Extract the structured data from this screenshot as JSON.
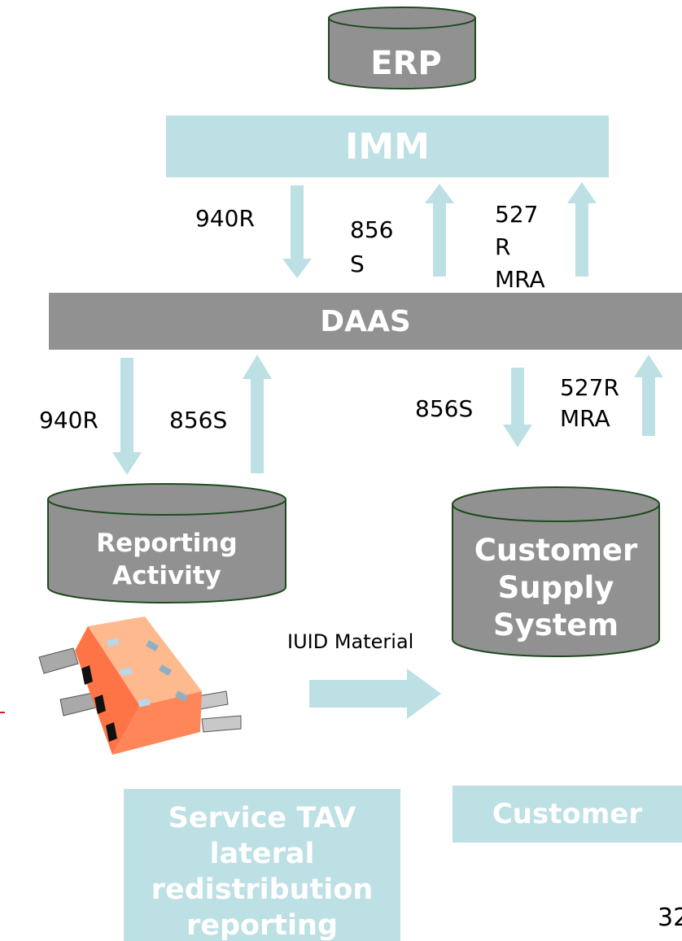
{
  "colors": {
    "light_teal": "#bce0e3",
    "db_gray": "#919191",
    "db_stroke": "#1f4a1f",
    "daas_gray": "#919191",
    "orange_building": "#ff7447"
  },
  "nodes": {
    "erp": "ERP",
    "imm": "IMM",
    "daas": "DAAS",
    "reporting_activity": "Reporting\nActivity",
    "customer_supply_system": "Customer\nSupply\nSystem",
    "service_tav": "Service TAV\nlateral\nredistribution\nreporting",
    "customer": "Customer"
  },
  "edges": {
    "imm_to_daas": "940R",
    "daas_to_imm_856": "856\nS",
    "daas_to_imm_527": "527\nR\nMRA",
    "daas_to_reporting": "940R",
    "reporting_to_daas": "856S",
    "daas_to_customer": "856S",
    "customer_to_daas": "527R\nMRA",
    "material_flow": "IUID Material"
  },
  "icons": {
    "building": "building-icon"
  },
  "page_number": "32"
}
